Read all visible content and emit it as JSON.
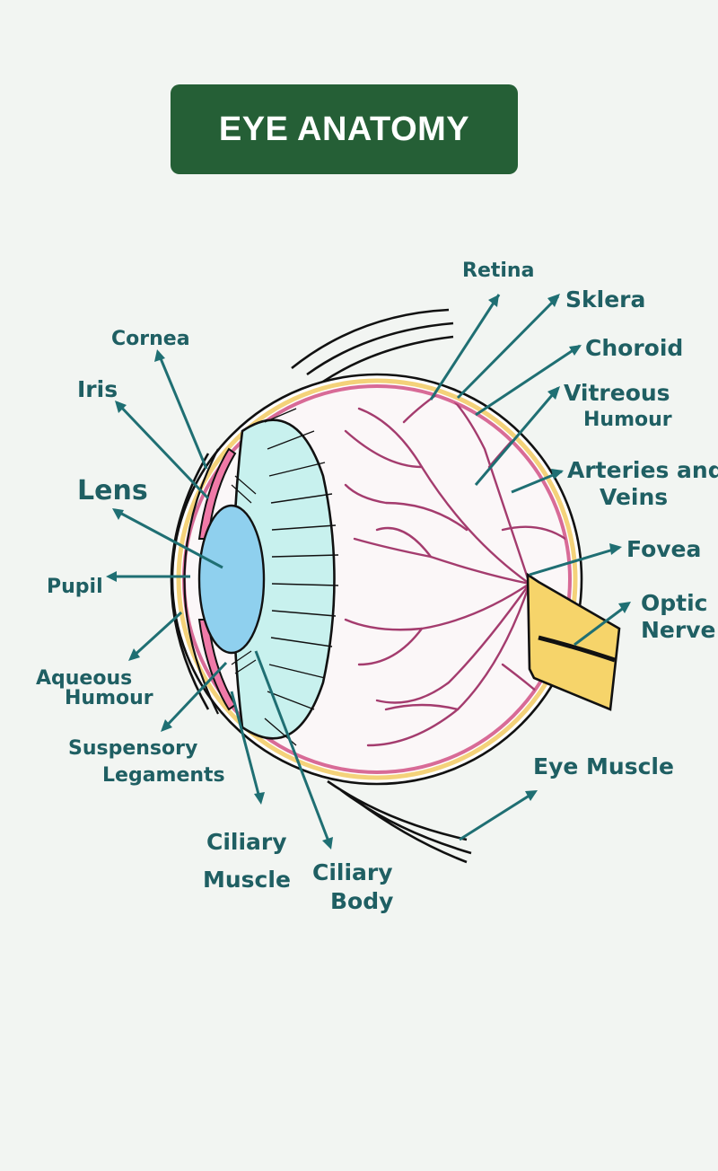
{
  "title": "EYE ANATOMY",
  "colors": {
    "title_bg": "#255f36",
    "label_text": "#1f5f63",
    "arrow": "#1f6f73",
    "lens": "#8fd0ee",
    "ciliary_body": "#c8f1ee",
    "iris": "#f07aa8",
    "vessels": "#a43c6e",
    "optic_nerve": "#f6d46a",
    "background": "#f2f5f2"
  },
  "labels": {
    "retina": "Retina",
    "sklera": "Sklera",
    "choroid": "Choroid",
    "vitreous_humour": [
      "Vitreous",
      "Humour"
    ],
    "arteries_and_veins": [
      "Arteries and",
      "Veins"
    ],
    "fovea": "Fovea",
    "optic_nerve": [
      "Optic",
      "Nerve"
    ],
    "eye_muscle": "Eye Muscle",
    "cornea": "Cornea",
    "iris": "Iris",
    "lens": "Lens",
    "pupil": "Pupil",
    "aqueous_humour": [
      "Aqueous",
      "Humour"
    ],
    "suspensory_legaments": [
      "Suspensory",
      "Legaments"
    ],
    "ciliary_muscle": [
      "Ciliary",
      "Muscle"
    ],
    "ciliary_body": [
      "Ciliary",
      "Body"
    ]
  }
}
